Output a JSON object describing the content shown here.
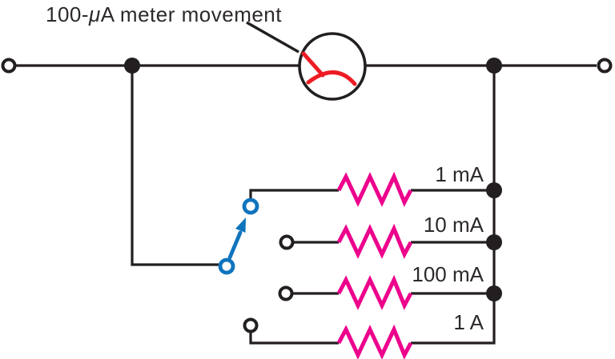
{
  "figure": {
    "title": {
      "prefix": "100-",
      "mu": "μ",
      "suffix": "A meter movement"
    },
    "meter": {
      "type": "moving-coil meter movement",
      "full_scale": "100 μA"
    },
    "range_labels": [
      "1 mA",
      "10 mA",
      "100 mA",
      "1 A"
    ],
    "selected_range": "1 mA",
    "shunt_resistor_count": 4,
    "colors": {
      "wire": "#231F20",
      "resistor": "#EC008C",
      "meter_needle": "#ED1C24",
      "switch": "#0F74BD",
      "label_text": "#2D292A",
      "background": "#FFFFFF"
    }
  }
}
